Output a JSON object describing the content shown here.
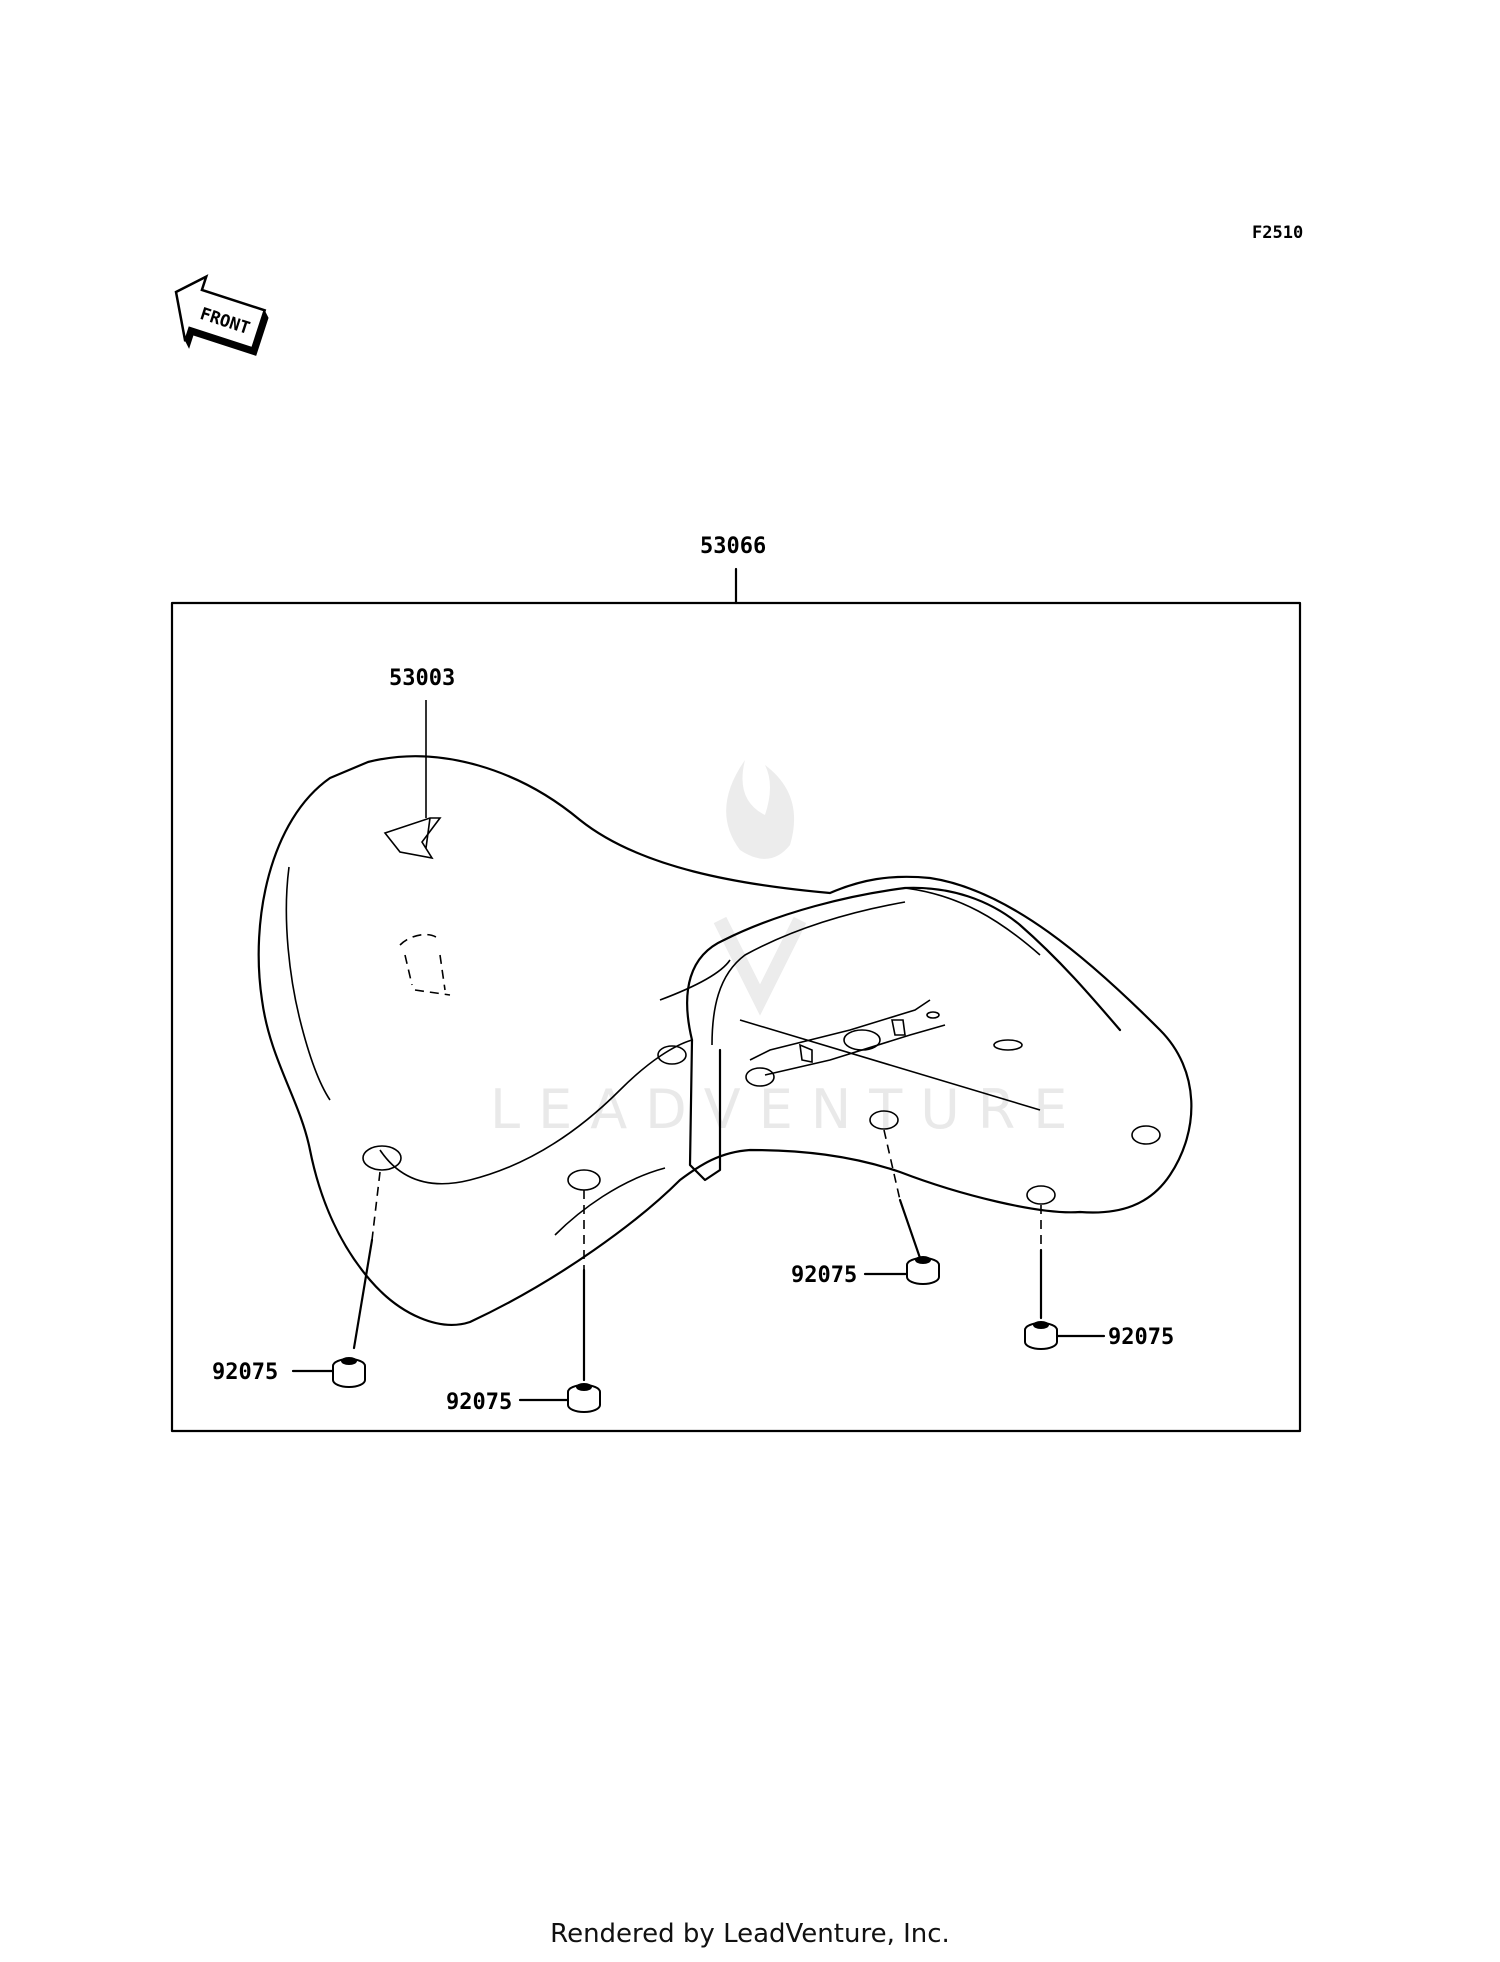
{
  "figure_code": "F2510",
  "front_arrow_text": "FRONT",
  "watermark_text": "LEADVENTURE",
  "footer_text": "Rendered by LeadVenture, Inc.",
  "parts": {
    "seat_assembly": "53066",
    "seat_cover_strap": "53003",
    "damper_front_left": "92075",
    "damper_front_center": "92075",
    "damper_rear_center": "92075",
    "damper_rear_right": "92075"
  }
}
